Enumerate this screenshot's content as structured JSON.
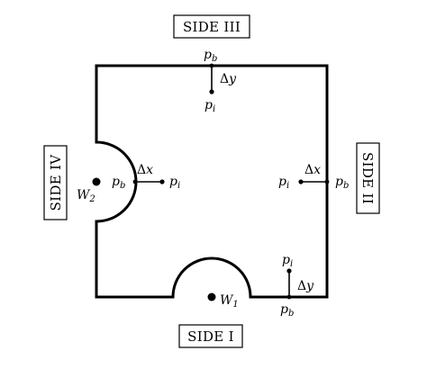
{
  "sides": {
    "top": "SIDE III",
    "right": "SIDE II",
    "bottom": "SIDE I",
    "left": "SIDE IV"
  },
  "symbols": {
    "p": "p",
    "sub_b": "b",
    "sub_i": "i",
    "W": "W",
    "sub_1": "1",
    "sub_2": "2",
    "delta": "Δ",
    "x": "x",
    "y": "y"
  }
}
